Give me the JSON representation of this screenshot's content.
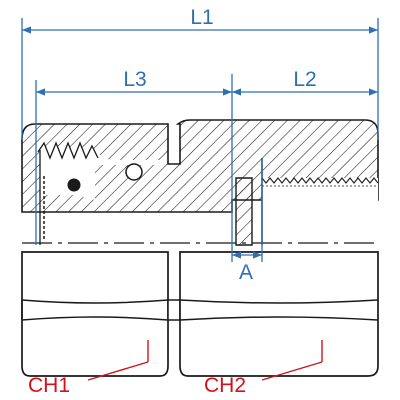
{
  "dimensions": {
    "l1": "L1",
    "l2": "L2",
    "l3": "L3",
    "a": "A"
  },
  "callouts": {
    "ch1": "CH1",
    "ch2": "CH2"
  },
  "colors": {
    "dimension": "#2f6fb3",
    "callout": "#d2121b",
    "outline": "#1a1a1a"
  }
}
